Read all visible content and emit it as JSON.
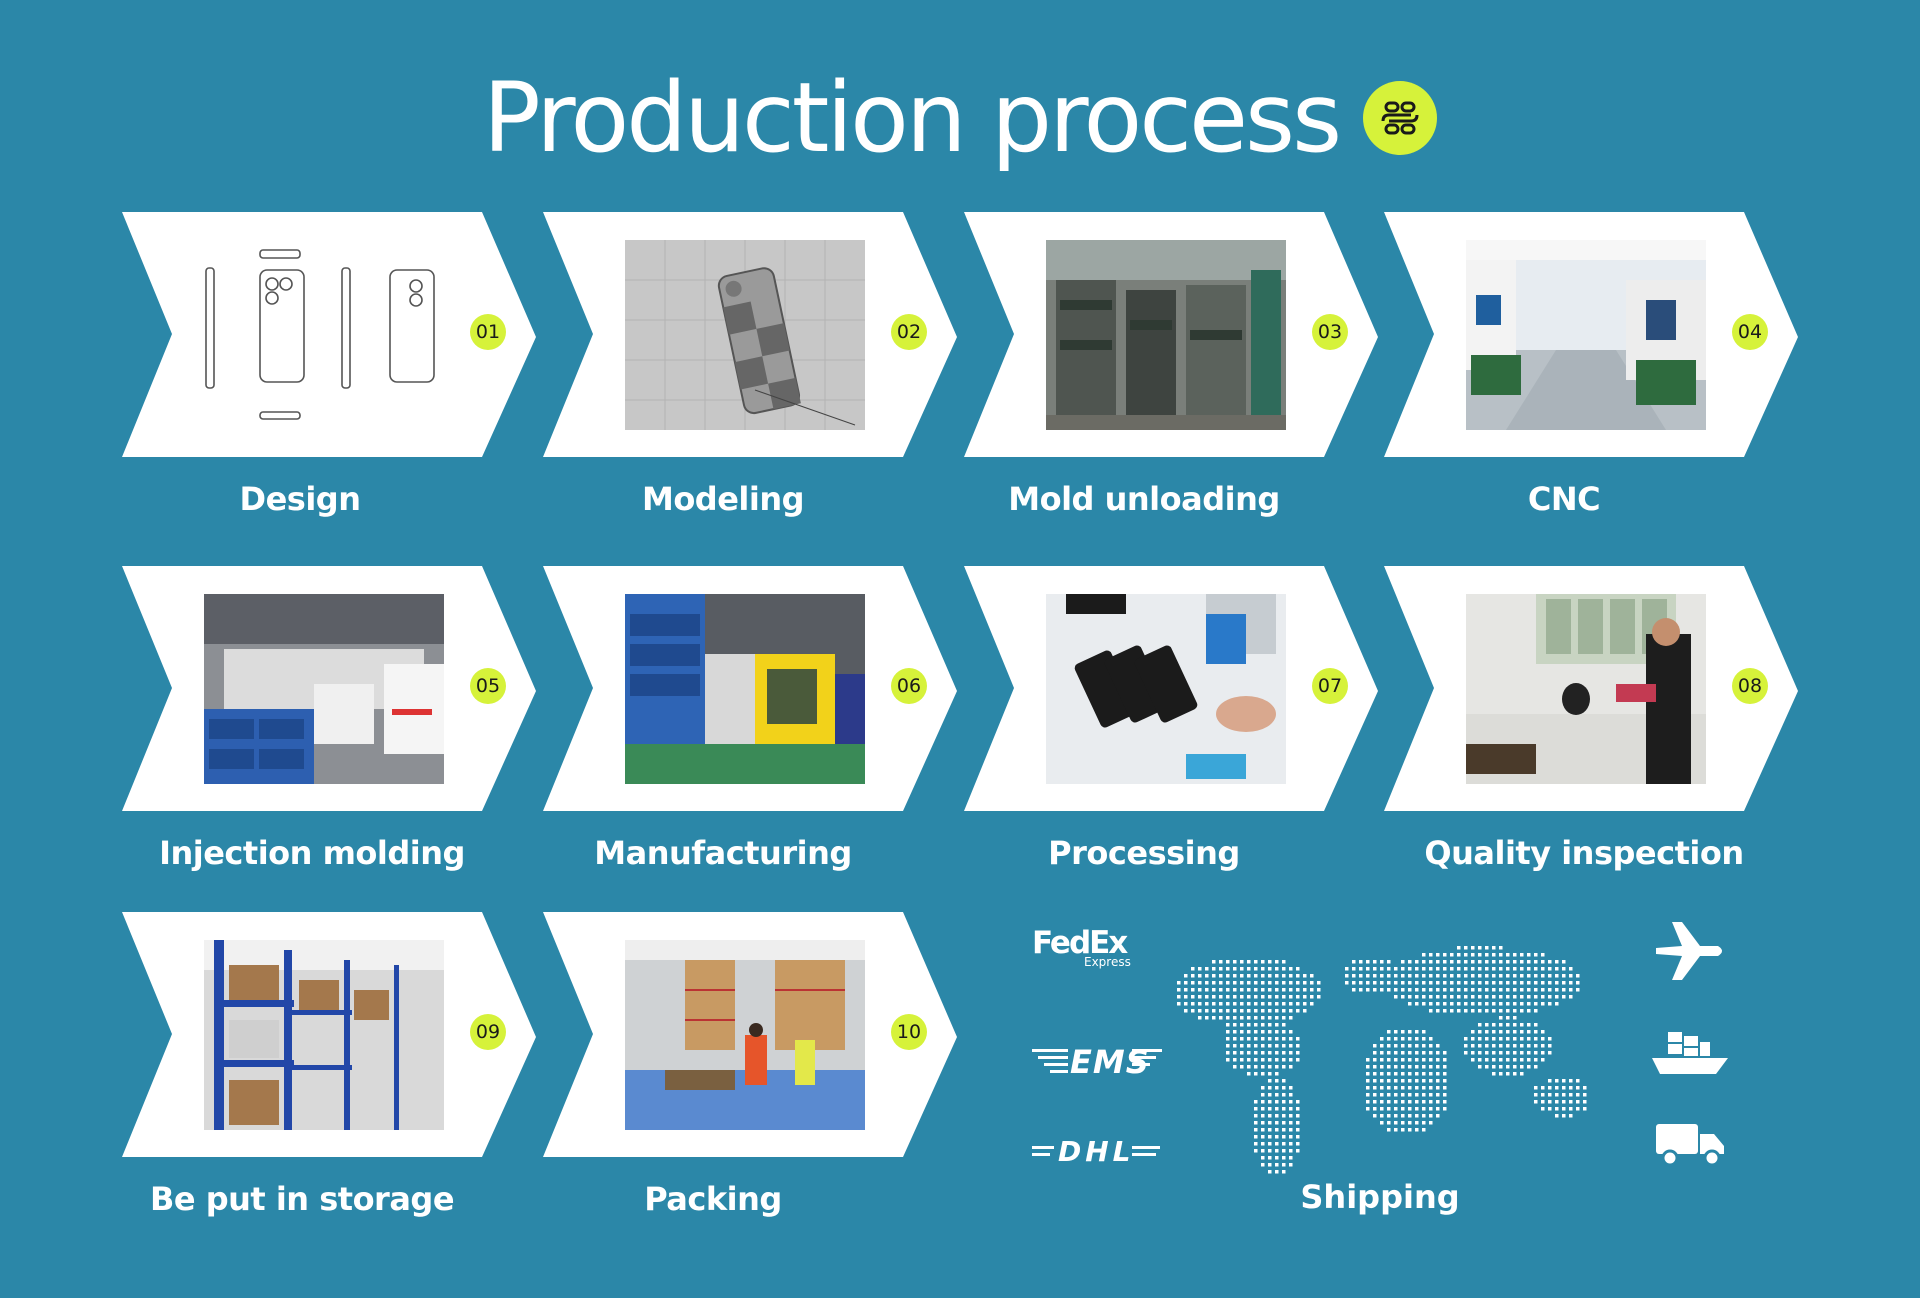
{
  "title": "Production process",
  "title_icon": "process-cycle-icon",
  "accent": "#d6f23a",
  "background": "#2b87a8",
  "steps": [
    {
      "num": "01",
      "label": "Design",
      "photo": "phone-drawing"
    },
    {
      "num": "02",
      "label": "Modeling",
      "photo": "3d-model"
    },
    {
      "num": "03",
      "label": "Mold unloading",
      "photo": "mold-racks"
    },
    {
      "num": "04",
      "label": "CNC",
      "photo": "cnc-workshop"
    },
    {
      "num": "05",
      "label": "Injection molding",
      "photo": "injection-machines"
    },
    {
      "num": "06",
      "label": "Manufacturing",
      "photo": "production-machine"
    },
    {
      "num": "07",
      "label": "Processing",
      "photo": "case-processing"
    },
    {
      "num": "08",
      "label": "Quality inspection",
      "photo": "inspection-workers"
    },
    {
      "num": "09",
      "label": "Be put in storage",
      "photo": "warehouse-shelves"
    },
    {
      "num": "10",
      "label": "Packing",
      "photo": "packing-floor"
    }
  ],
  "shipping": {
    "label": "Shipping",
    "carriers": [
      "FedEx",
      "Express",
      "EMS",
      "DHL"
    ],
    "modes": [
      "airplane-icon",
      "ship-icon",
      "truck-icon"
    ]
  }
}
